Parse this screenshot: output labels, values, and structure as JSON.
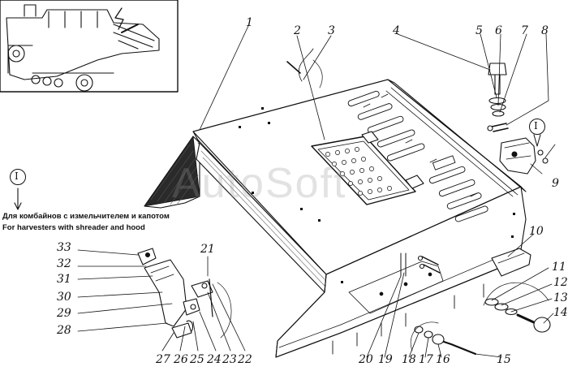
{
  "caption": {
    "ru": "Для комбайнов с измельчителем и капотом",
    "en": "For harvesters with shreader and hood"
  },
  "view_marker": "I",
  "watermark": "AutoSoft",
  "callouts": [
    "1",
    "2",
    "3",
    "4",
    "5",
    "6",
    "7",
    "8",
    "9",
    "10",
    "11",
    "12",
    "13",
    "14",
    "15",
    "16",
    "17",
    "18",
    "19",
    "20",
    "21",
    "22",
    "23",
    "24",
    "25",
    "26",
    "27",
    "28",
    "29",
    "30",
    "31",
    "32",
    "33"
  ]
}
